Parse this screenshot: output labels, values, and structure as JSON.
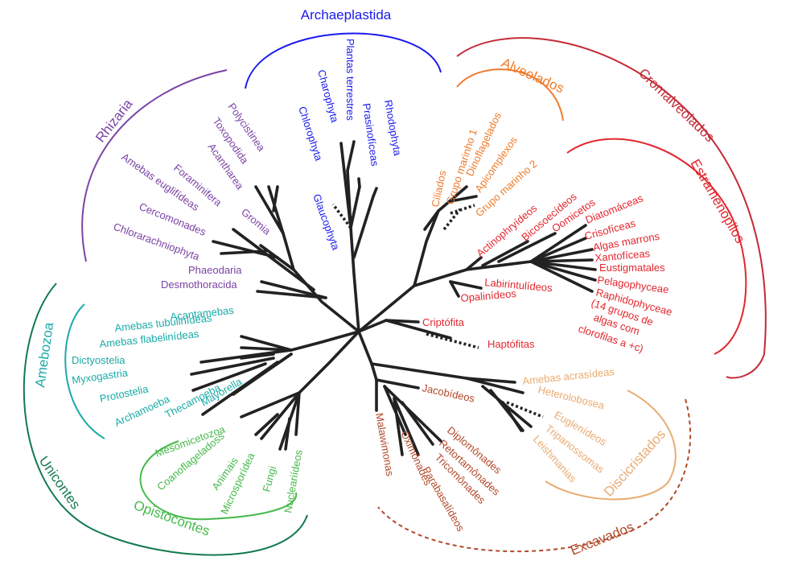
{
  "colors": {
    "archaeplastida": "#1a1aee",
    "rhizaria": "#7a43a5",
    "amoebozoa": "#1aaba6",
    "unikonts": "#137a4e",
    "opisthokonts": "#45b94a",
    "alveolates": "#ef7b2b",
    "chromalveolates": "#c42b37",
    "stramenopiles": "#e3262d",
    "excavates": "#b2492a",
    "discicristates": "#e9ac72",
    "branches": "#222222"
  },
  "groups": {
    "archaeplastida": "Archaeplastida",
    "rhizaria": "Rhizaria",
    "amoebozoa": "Amebozoa",
    "unikonts": "Unicontes",
    "opisthokonts": "Opistocontes",
    "alveolates": "Alveolados",
    "chromalveolates": "Cromalveolados",
    "stramenopiles": "Estramenópilos",
    "excavates": "Excavados",
    "discicristates": "Discicristados"
  },
  "taxa": {
    "archaeplastida": [
      "Plantas terrestres",
      "Charophyta",
      "Chlorophyta",
      "Prasinofíceas",
      "Rhodophyta",
      "Glaucophyta"
    ],
    "rhizaria": [
      "Polycistinea",
      "Toxopodida",
      "Acantharea",
      "Foraminifera",
      "Gromia",
      "Amebas euglifídeas",
      "Cercomonades",
      "Chlorarachniophyta",
      "Phaeodaria",
      "Desmothoracida"
    ],
    "alveolates": [
      "Ciliados",
      "Grupo marinho 1",
      "Dinoflagelados",
      "Apicomplexos",
      "Grupo marinho 2"
    ],
    "stramenopiles": [
      "Actinophryídeos",
      "Bicosoecídeos",
      "Oomicetos",
      "Diatomáceas",
      "Crisofíceas",
      "Algas marrons",
      "Xantofíceas",
      "Eustigmatales",
      "Pelagophyceae",
      "Raphidophyceae",
      "(14 grupos de",
      "algas com",
      "clorofilas a +c)",
      "Labirintulídeos",
      "Opalinídeos"
    ],
    "others": [
      "Criptófita",
      "Haptófitas"
    ],
    "amoebozoa": [
      "Acantamebas",
      "Amebas tubulinídeas",
      "Amebas flabelinídeas",
      "Dictyostelia",
      "Myxogastria",
      "Protostelia",
      "Archamoeba",
      "Thecamoeba",
      "Mayorella"
    ],
    "opisthokonts": [
      "Mesomicetozoa",
      "Coanoflageladoss",
      "Animais",
      "Microsporídea",
      "Fungi",
      "Nucleariídeos"
    ],
    "excavates": [
      "Jacobídeos",
      "Malawimonas",
      "Oximônades",
      "Diplomônades",
      "Retortamônades",
      "Tricomônades",
      "Parabasalídeos"
    ],
    "discicristates": [
      "Amebas acrasídeas",
      "Heterolobosea",
      "Euglenídeos",
      "Tripanossomas",
      "Leishmanias"
    ]
  }
}
